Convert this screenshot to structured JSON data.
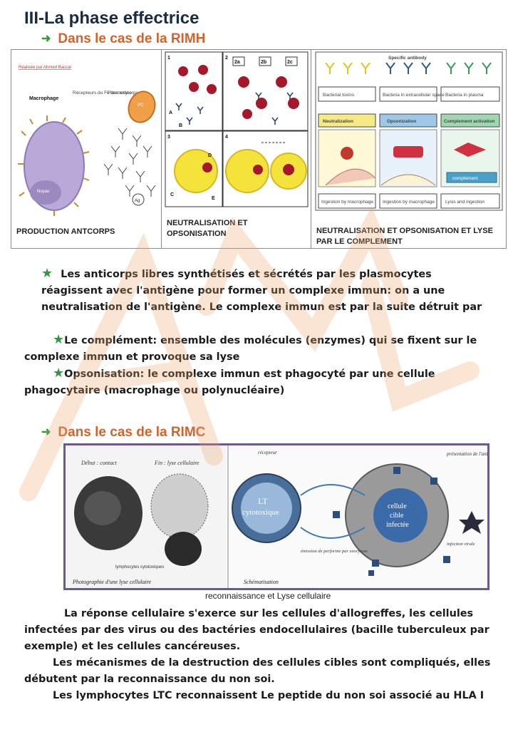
{
  "title": "III-La phase effectrice",
  "section_rimh": "Dans le cas de la RIMH",
  "section_rimc": "Dans le cas de la RIMC",
  "figure1": {
    "panel1": {
      "caption": "PRODUCTION ANTCORPS",
      "credit": "Réalisée par Ahmed Baccar",
      "macrophage": "Macrophage",
      "receptors": "Récepteurs du Fc des anticorps",
      "plasmocyte": "Plasmocyte",
      "nucleus": "Noyau",
      "pc": "PC",
      "ag": "Ag"
    },
    "panel2": {
      "caption": "NEUTRALISATION ET OPSONISATION",
      "n1": "1",
      "n2": "2",
      "n3": "3",
      "n4": "4",
      "s2a": "2a",
      "s2b": "2b",
      "s2c": "2c",
      "A": "A",
      "B": "B",
      "C": "C",
      "D": "D",
      "E": "E"
    },
    "panel3": {
      "caption": "NEUTRALISATION ET OPSONISATION ET LYSE PAR LE COMPLEMENT",
      "specific_antibody": "Specific antibody",
      "col1_top": "Bacterial toxins",
      "col2_top": "Bacteria in extracellular space",
      "col3_top": "Bacteria in plasma",
      "col1_mid": "Neutralization",
      "col2_mid": "Opsonization",
      "col3_mid": "Complement activation",
      "complement": "complement",
      "col1_bot": "Ingestion by macrophage",
      "col2_bot": "Ingestion by macrophage",
      "col3_bot": "Lysis and ingestion"
    }
  },
  "text_rimh": {
    "p1": "Les anticorps libres synthétisés et sécrétés par les plasmocytes réagissent avec l'antigène pour former un complexe immun: on a une neutralisation de l'antigène. Le complexe immun est par la suite détruit par",
    "p2": "Le complément: ensemble des molécules (enzymes) qui se fixent sur le complexe immun et provoque sa lyse",
    "p3": "Opsonisation: le complexe immun est phagocyté par une cellule phagocytaire (macrophage ou polynucléaire)"
  },
  "figure2": {
    "photo_start": "Début : contact",
    "photo_end": "Fin : lyse cellulaire",
    "lymphocytes": "lymphocytes cytotoxiques",
    "photo_caption": "Photographie d'une lyse cellulaire",
    "schema_caption": "Schématisation",
    "receptor": "récepteur",
    "presentation": "présentation de l'antigène",
    "lt_line1": "LT",
    "lt_line2": "cytotoxique",
    "cible_line1": "cellule",
    "cible_line2": "cible",
    "cible_line3": "infectée",
    "infection": "infection virale",
    "perforine": "émission de perforine par exocytose",
    "caption": "reconnaissance  et   Lyse cellulaire"
  },
  "text_rimc": {
    "p1": "La réponse cellulaire s'exerce sur les cellules d'allogreffes, les cellules infectées par des virus ou des bactéries endocellulaires (bacille tuberculeux par exemple) et les cellules cancéreuses.",
    "p2": "Les mécanismes de la destruction des cellules cibles sont compliqués, elles débutent par la reconnaissance du non soi.",
    "p3": "Les lymphocytes LTC reconnaissent Le peptide du non soi associé au HLA I"
  },
  "colors": {
    "title": "#1a2a40",
    "section": "#d4632a",
    "arrow": "#2f9e3a",
    "star": "#2e9a3c",
    "watermark": "#f0a56a"
  }
}
